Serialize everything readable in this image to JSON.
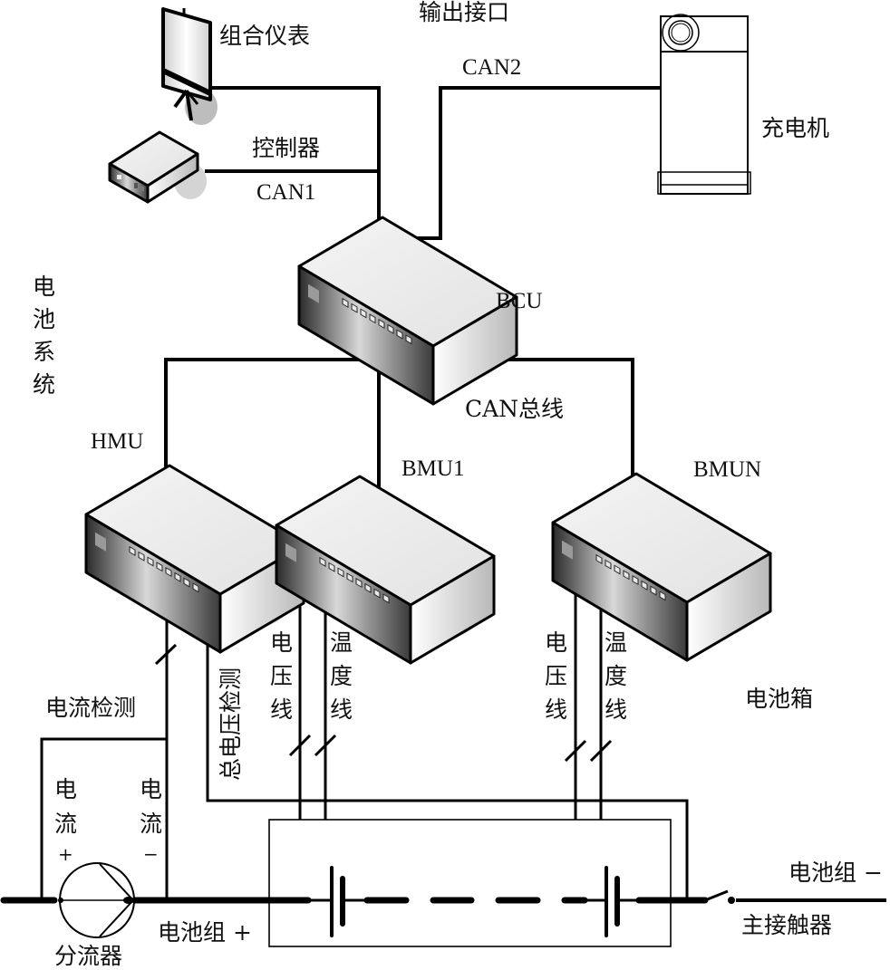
{
  "title": "电池管理系统结构示意图",
  "labels": {
    "combo_meter": "组合仪表",
    "output_interface": "输出接口",
    "can2": "CAN2",
    "charger": "充电机",
    "controller": "控制器",
    "can1": "CAN1",
    "battery_system": [
      "电",
      "池",
      "系",
      "统"
    ],
    "bcu": "BCU",
    "can_bus": "CAN总线",
    "hmu": "HMU",
    "bmu1": "BMU1",
    "bmun": "BMUN",
    "current_detect": "电流检测",
    "total_voltage_detect": "总电压检测",
    "voltage_line": [
      "电",
      "压",
      "线"
    ],
    "temp_line": [
      "温",
      "度",
      "线"
    ],
    "battery_box": "电池箱",
    "current_plus": [
      "电",
      "流",
      "+"
    ],
    "current_minus": [
      "电",
      "流",
      "−"
    ],
    "shunt": "分流器",
    "pack_plus": "电池组 +",
    "pack_minus": "电池组 −",
    "main_contactor": "主接触器"
  },
  "nodes": [
    {
      "id": "combo-meter",
      "type": "display"
    },
    {
      "id": "controller",
      "type": "controller"
    },
    {
      "id": "charger",
      "type": "charger"
    },
    {
      "id": "bcu",
      "type": "module"
    },
    {
      "id": "hmu",
      "type": "module"
    },
    {
      "id": "bmu1",
      "type": "module"
    },
    {
      "id": "bmun",
      "type": "module"
    }
  ],
  "edges": [
    {
      "from": "combo-meter",
      "to": "bcu",
      "label": "输出接口"
    },
    {
      "from": "controller",
      "to": "bcu",
      "label": "CAN1"
    },
    {
      "from": "charger",
      "to": "bcu",
      "label": "CAN2"
    },
    {
      "from": "bcu",
      "to": "hmu",
      "label": "CAN总线"
    },
    {
      "from": "bcu",
      "to": "bmu1",
      "label": "CAN总线"
    },
    {
      "from": "bcu",
      "to": "bmun",
      "label": "CAN总线"
    },
    {
      "from": "hmu",
      "to": "shunt",
      "label": "电流检测"
    },
    {
      "from": "hmu",
      "to": "battery-pack",
      "label": "总电压检测"
    },
    {
      "from": "bmu1",
      "to": "battery-pack",
      "label": "电压线 / 温度线"
    },
    {
      "from": "bmun",
      "to": "battery-pack",
      "label": "电压线 / 温度线"
    }
  ]
}
